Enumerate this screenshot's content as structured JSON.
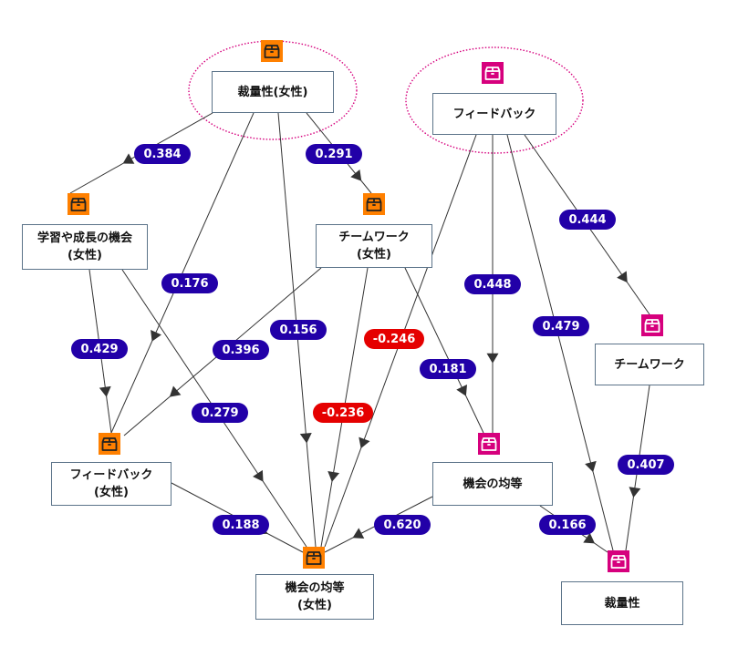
{
  "diagram": {
    "colors": {
      "female_icon": "#ff8000",
      "male_icon": "#d6007d",
      "positive_label": "#2200a8",
      "negative_label": "#e50000",
      "highlight_ellipse": "#d6007d",
      "edge": "#333333",
      "box_border": "#5b7389"
    },
    "nodes": [
      {
        "id": "autonomy_f",
        "lines": [
          "裁量性(女性)"
        ],
        "group": "female",
        "icon": "box-icon",
        "highlighted": true
      },
      {
        "id": "feedback",
        "lines": [
          "フィードバック"
        ],
        "group": "male",
        "icon": "box-icon",
        "highlighted": true
      },
      {
        "id": "learning_f",
        "lines": [
          "学習や成長の機会",
          "(女性)"
        ],
        "group": "female",
        "icon": "box-icon",
        "highlighted": false
      },
      {
        "id": "teamwork_f",
        "lines": [
          "チームワーク",
          "(女性)"
        ],
        "group": "female",
        "icon": "box-icon",
        "highlighted": false
      },
      {
        "id": "teamwork",
        "lines": [
          "チームワーク"
        ],
        "group": "male",
        "icon": "box-icon",
        "highlighted": false
      },
      {
        "id": "feedback_f",
        "lines": [
          "フィードバック",
          "(女性)"
        ],
        "group": "female",
        "icon": "box-icon",
        "highlighted": false
      },
      {
        "id": "equal_opp",
        "lines": [
          "機会の均等"
        ],
        "group": "male",
        "icon": "box-icon",
        "highlighted": false
      },
      {
        "id": "equal_opp_f",
        "lines": [
          "機会の均等",
          "(女性)"
        ],
        "group": "female",
        "icon": "box-icon",
        "highlighted": false
      },
      {
        "id": "autonomy",
        "lines": [
          "裁量性"
        ],
        "group": "male",
        "icon": "box-icon",
        "highlighted": false
      }
    ],
    "edges": [
      {
        "from": "autonomy_f",
        "to": "learning_f",
        "weight": "0.384"
      },
      {
        "from": "autonomy_f",
        "to": "teamwork_f",
        "weight": "0.291"
      },
      {
        "from": "autonomy_f",
        "to": "feedback_f",
        "weight": "0.176"
      },
      {
        "from": "autonomy_f",
        "to": "equal_opp_f",
        "weight": "0.156"
      },
      {
        "from": "learning_f",
        "to": "feedback_f",
        "weight": "0.429"
      },
      {
        "from": "learning_f",
        "to": "equal_opp_f",
        "weight": "0.279"
      },
      {
        "from": "teamwork_f",
        "to": "feedback_f",
        "weight": "0.396"
      },
      {
        "from": "teamwork_f",
        "to": "equal_opp_f",
        "weight": "-0.236"
      },
      {
        "from": "teamwork_f",
        "to": "equal_opp",
        "weight": "0.181"
      },
      {
        "from": "feedback",
        "to": "equal_opp_f",
        "weight": "-0.246"
      },
      {
        "from": "feedback",
        "to": "equal_opp",
        "weight": "0.448"
      },
      {
        "from": "feedback",
        "to": "autonomy",
        "weight": "0.479"
      },
      {
        "from": "feedback",
        "to": "teamwork",
        "weight": "0.444"
      },
      {
        "from": "teamwork",
        "to": "autonomy",
        "weight": "0.407"
      },
      {
        "from": "feedback_f",
        "to": "equal_opp_f",
        "weight": "0.188"
      },
      {
        "from": "equal_opp",
        "to": "equal_opp_f",
        "weight": "0.620"
      },
      {
        "from": "equal_opp",
        "to": "autonomy",
        "weight": "0.166"
      }
    ]
  }
}
